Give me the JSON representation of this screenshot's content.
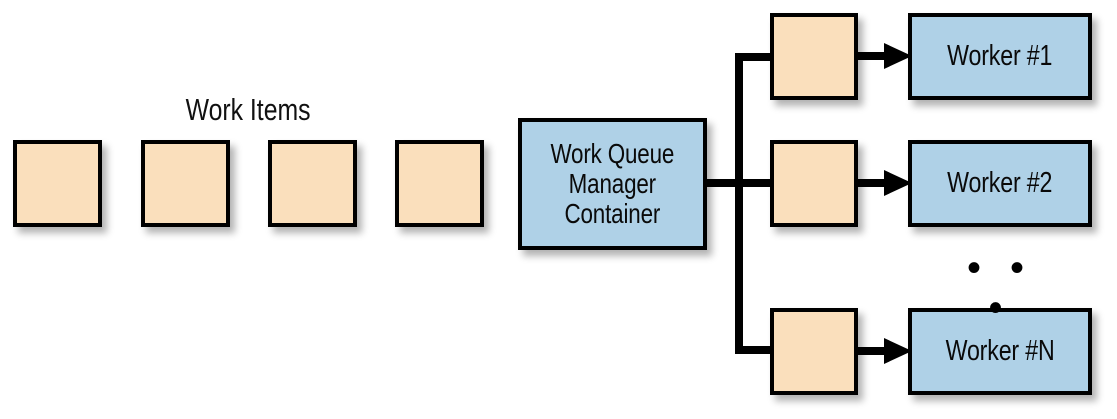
{
  "diagram": {
    "title": "Work Queue Manager fan-out to workers",
    "colors": {
      "work_item_fill": "#FADFBC",
      "container_fill": "#AFD1E7",
      "worker_fill": "#AFD1E7",
      "stroke": "#000000",
      "background": "#FFFFFF"
    },
    "work_items": {
      "caption": "Work Items",
      "boxes": [
        {
          "label": ""
        },
        {
          "label": ""
        },
        {
          "label": ""
        },
        {
          "label": ""
        }
      ]
    },
    "manager": {
      "label": "Work Queue\nManager\nContainer"
    },
    "branches": [
      {
        "task_label": "",
        "worker_label": "Worker #1"
      },
      {
        "task_label": "",
        "worker_label": "Worker #2"
      },
      {
        "task_label": "",
        "worker_label": "Worker #N"
      }
    ],
    "ellipsis": "• • •"
  }
}
